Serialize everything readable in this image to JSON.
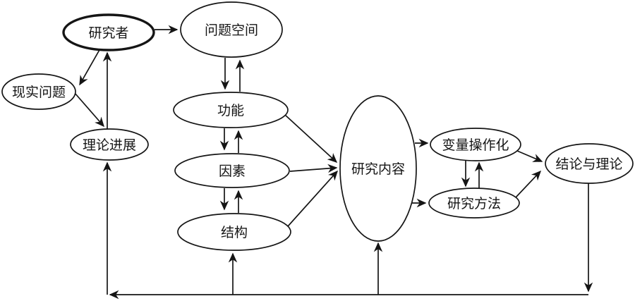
{
  "canvas": {
    "background": "#ffffff",
    "line_color": "#151515"
  },
  "diagram": {
    "description": "research process flow diagram",
    "nodes": {
      "researcher": {
        "label": "研究者",
        "emphasized": true
      },
      "problem_space": {
        "label": "问题空间"
      },
      "real_problem": {
        "label": "现实问题"
      },
      "theory_progress": {
        "label": "理论进展"
      },
      "function": {
        "label": "功能"
      },
      "factor": {
        "label": "因素"
      },
      "structure": {
        "label": "结构"
      },
      "research_content": {
        "label": "研究内容"
      },
      "variable_operationalization": {
        "label": "变量操作化"
      },
      "research_method": {
        "label": "研究方法"
      },
      "conclusion_theory": {
        "label": "结论与理论"
      }
    },
    "edges": [
      {
        "from": "researcher",
        "to": "problem_space"
      },
      {
        "from": "problem_space",
        "to": "function"
      },
      {
        "from": "function",
        "to": "problem_space"
      },
      {
        "from": "function",
        "to": "factor"
      },
      {
        "from": "factor",
        "to": "function"
      },
      {
        "from": "factor",
        "to": "structure"
      },
      {
        "from": "structure",
        "to": "factor"
      },
      {
        "from": "function",
        "to": "research_content"
      },
      {
        "from": "factor",
        "to": "research_content"
      },
      {
        "from": "structure",
        "to": "research_content"
      },
      {
        "from": "research_content",
        "to": "variable_operationalization"
      },
      {
        "from": "research_content",
        "to": "research_method"
      },
      {
        "from": "variable_operationalization",
        "to": "research_method"
      },
      {
        "from": "research_method",
        "to": "variable_operationalization"
      },
      {
        "from": "variable_operationalization",
        "to": "conclusion_theory"
      },
      {
        "from": "research_method",
        "to": "conclusion_theory"
      },
      {
        "from": "researcher",
        "to": "real_problem"
      },
      {
        "from": "real_problem",
        "to": "theory_progress"
      },
      {
        "from": "theory_progress",
        "to": "researcher"
      },
      {
        "from": "conclusion_theory",
        "to": "bottom_feedback_line"
      },
      {
        "from": "bottom_feedback_line",
        "to": "theory_progress"
      },
      {
        "from": "bottom_feedback_line",
        "to": "structure"
      },
      {
        "from": "bottom_feedback_line",
        "to": "research_content"
      }
    ]
  }
}
